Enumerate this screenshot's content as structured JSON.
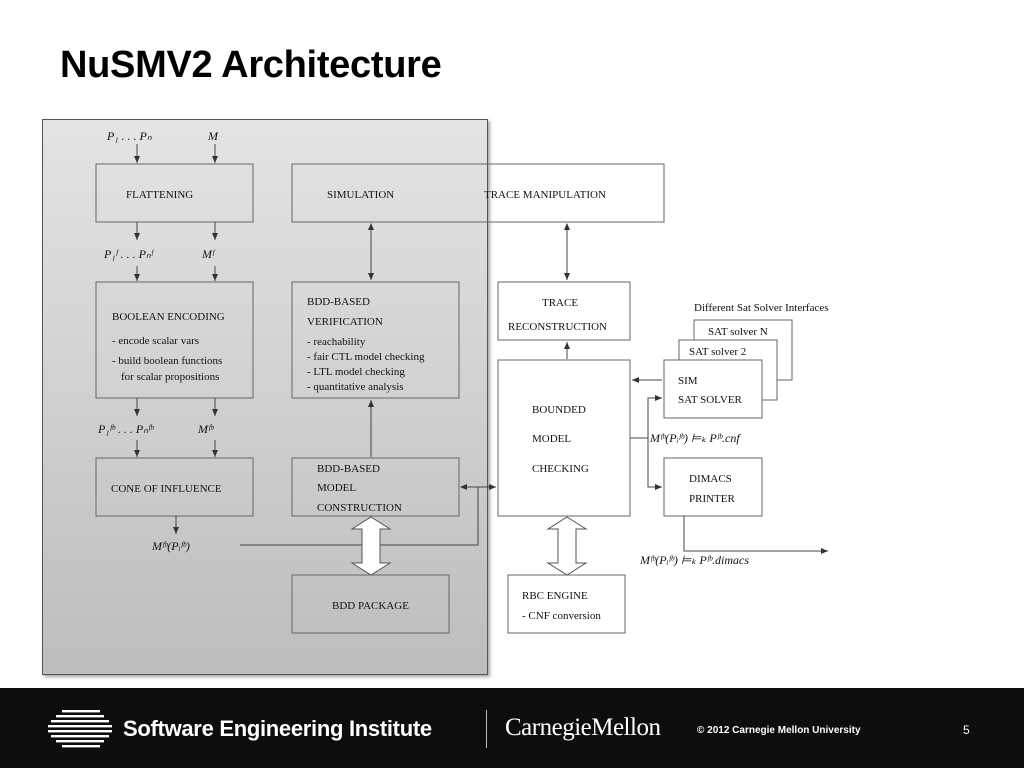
{
  "slide": {
    "title": "NuSMV2 Architecture",
    "page_number": "5"
  },
  "footer": {
    "institute": "Software Engineering Institute",
    "university": "CarnegieMellon",
    "copyright": "© 2012 Carnegie Mellon University"
  },
  "diagram": {
    "inputs": {
      "properties": "P₁ . . . Pₙ",
      "model": "M"
    },
    "flattened": {
      "properties": "P₁ᶠ . . . Pₙᶠ",
      "model": "Mᶠ"
    },
    "encoded": {
      "properties": "P₁ᶠᵇ . . . Pₙᶠᵇ",
      "model": "Mᶠᵇ"
    },
    "coi_output": "Mᶠᵇ(Pᵢᶠᵇ)",
    "cnf_output": "Mᶠᵇ(Pᵢᶠᵇ) ⊨ₖ Pᶠᵇ.cnf",
    "dimacs_output": "Mᶠᵇ(Pᵢᶠᵇ) ⊨ₖ Pᶠᵇ.dimacs",
    "flattening": "FLATTENING",
    "simulation": "SIMULATION",
    "trace_manipulation": "TRACE MANIPULATION",
    "boolean_encoding": {
      "title": "BOOLEAN ENCODING",
      "line1": "- encode scalar vars",
      "line2": "- build boolean functions",
      "line3": "for scalar propositions"
    },
    "bdd_verification": {
      "title1": "BDD-BASED",
      "title2": "VERIFICATION",
      "line1": "- reachability",
      "line2": "- fair CTL model checking",
      "line3": "- LTL model checking",
      "line4": "- quantitative analysis"
    },
    "trace_reconstruction": {
      "line1": "TRACE",
      "line2": "RECONSTRUCTION"
    },
    "sat_interfaces_label": "Different Sat Solver Interfaces",
    "sat_solver_n": "SAT solver N",
    "sat_solver_2": "SAT solver 2",
    "sim_sat_solver": {
      "line1": "SIM",
      "line2": "SAT SOLVER"
    },
    "bmc": {
      "line1": "BOUNDED",
      "line2": "MODEL",
      "line3": "CHECKING"
    },
    "cone_of_influence": "CONE OF INFLUENCE",
    "bdd_construction": {
      "line1": "BDD-BASED",
      "line2": "MODEL",
      "line3": "CONSTRUCTION"
    },
    "dimacs_printer": {
      "line1": "DIMACS",
      "line2": "PRINTER"
    },
    "bdd_package": "BDD PACKAGE",
    "rbc_engine": {
      "title": "RBC ENGINE",
      "line1": "- CNF conversion"
    }
  }
}
